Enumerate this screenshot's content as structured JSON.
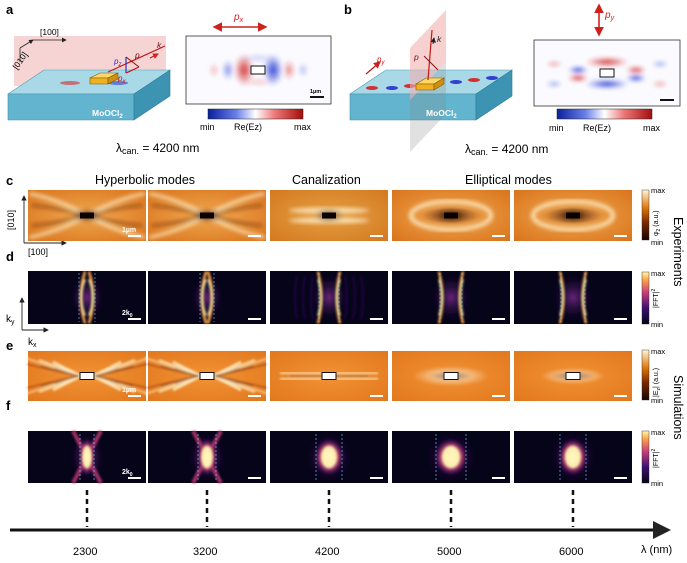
{
  "panels": {
    "a": {
      "letter": "a",
      "polarization": "p",
      "polarization_sub": "x",
      "axis_x": "[100]",
      "axis_y": "[010]",
      "crystal": "MoOCl",
      "crystal_sub": "2",
      "beam_p": "p",
      "beam_k": "k",
      "beam_pz": "p",
      "beam_pz_sub": "z",
      "beam_px": "p",
      "beam_px_sub": "x",
      "scalebar": "1µm",
      "colorbar_min": "min",
      "colorbar_label": "Re(Ez)",
      "colorbar_max": "max",
      "wavelength_label": "λ",
      "wavelength_sub": "can.",
      "wavelength_value": " = 4200 nm"
    },
    "b": {
      "letter": "b",
      "polarization": "p",
      "polarization_sub": "y",
      "crystal": "MoOCl",
      "crystal_sub": "2",
      "beam_p": "p",
      "beam_k": "k",
      "beam_py": "p",
      "beam_py_sub": "y",
      "colorbar_min": "min",
      "colorbar_label": "Re(Ez)",
      "colorbar_max": "max",
      "wavelength_label": "λ",
      "wavelength_sub": "can.",
      "wavelength_value": " = 4200 nm"
    },
    "c": {
      "letter": "c",
      "scalebar": "1µm",
      "colorbar_max": "max",
      "colorbar_label": "φ",
      "colorbar_label_sub": "2",
      "colorbar_unit": " (a.u.)",
      "colorbar_min": "min"
    },
    "d": {
      "letter": "d",
      "scalebar": "2k",
      "scalebar_sub": "0",
      "colorbar_max": "max",
      "colorbar_label": "|FFT|",
      "colorbar_label_sup": "2",
      "colorbar_min": "min"
    },
    "e": {
      "letter": "e",
      "scalebar": "1µm",
      "colorbar_max": "max",
      "colorbar_label": "|E",
      "colorbar_label_sub": "z",
      "colorbar_unit": "| (a.u.)",
      "colorbar_min": "min"
    },
    "f": {
      "letter": "f",
      "scalebar": "2k",
      "scalebar_sub": "0",
      "colorbar_max": "max",
      "colorbar_label": "|FFT|",
      "colorbar_label_sup": "2",
      "colorbar_min": "min"
    }
  },
  "categories": {
    "hyperbolic": "Hyperbolic modes",
    "canalization": "Canalization",
    "elliptical": "Elliptical modes"
  },
  "axes": {
    "real_x": "[100]",
    "real_y": "[010]",
    "k_x": "k",
    "k_x_sub": "x",
    "k_y": "k",
    "k_y_sub": "y"
  },
  "side_labels": {
    "experiments": "Experiments",
    "simulations": "Simulations"
  },
  "wavelength_axis": {
    "unit_label": "λ (nm)",
    "ticks": [
      "2300",
      "3200",
      "4200",
      "5000",
      "6000"
    ]
  },
  "colors": {
    "hot_dark": "#1a0600",
    "hot_mid": "#d86a10",
    "hot_light": "#ffe6a8",
    "fft_dark": "#0a0520",
    "fft_mid": "#c8347a",
    "fft_bright": "#fff4a0",
    "red": "#d0201a",
    "blue": "#1530d0",
    "crystal_top": "#9fd3e3",
    "crystal_side": "#46a2c0"
  }
}
